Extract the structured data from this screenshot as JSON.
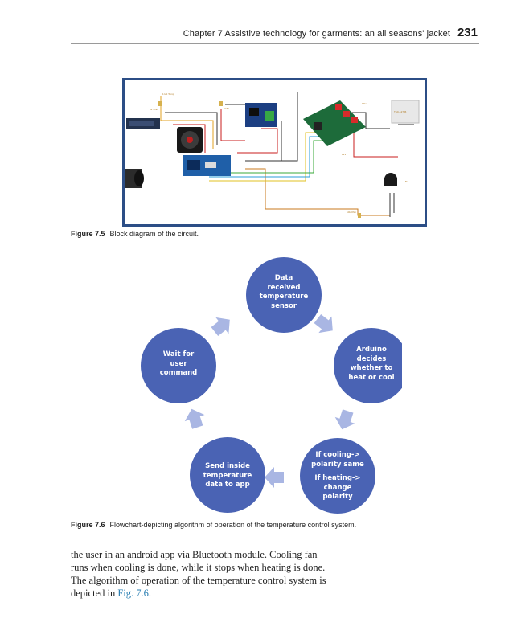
{
  "header": {
    "title": "Chapter 7  Assistive technology for garments: an all seasons' jacket",
    "page_number": "231"
  },
  "figure_7_5": {
    "label": "Figure 7.5",
    "caption": "Block diagram of the circuit."
  },
  "figure_7_6": {
    "label": "Figure 7.6",
    "caption": "Flowchart-depicting algorithm of operation of the temperature control system.",
    "nodes": {
      "data_received": [
        "Data",
        "received",
        "temperature",
        "sensor"
      ],
      "arduino_decides": [
        "Arduino",
        "decides",
        "whether to",
        "heat or cool"
      ],
      "polarity": [
        "If cooling->",
        "polarity same",
        "",
        "If heating->",
        "change",
        "polarity"
      ],
      "send_inside": [
        "Send inside",
        "temperature",
        "data to app"
      ],
      "wait_for_user": [
        "Wait for",
        "user",
        "command"
      ]
    },
    "colors": {
      "node": "#4a63b4",
      "arrow": "#a9b6e3"
    }
  },
  "body": {
    "lines": [
      "the user in an android app via Bluetooth module. Cooling fan",
      "runs when cooling is done, while it stops when heating is done.",
      "The algorithm of operation of the temperature control system is"
    ],
    "last_prefix": "depicted in ",
    "link_text": "Fig. 7.6",
    "last_suffix": "."
  }
}
